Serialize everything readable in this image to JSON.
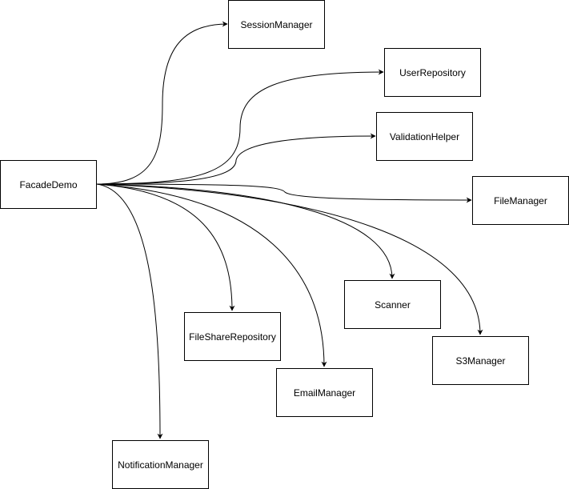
{
  "diagram": {
    "type": "dependency-graph",
    "source": "FacadeDemo",
    "nodes": [
      {
        "id": "facade",
        "label": "FacadeDemo"
      },
      {
        "id": "session",
        "label": "SessionManager"
      },
      {
        "id": "userrepo",
        "label": "UserRepository"
      },
      {
        "id": "validation",
        "label": "ValidationHelper"
      },
      {
        "id": "filemanager",
        "label": "FileManager"
      },
      {
        "id": "scanner",
        "label": "Scanner"
      },
      {
        "id": "s3",
        "label": "S3Manager"
      },
      {
        "id": "fileshare",
        "label": "FileShareRepository"
      },
      {
        "id": "email",
        "label": "EmailManager"
      },
      {
        "id": "notification",
        "label": "NotificationManager"
      }
    ],
    "edges": [
      {
        "from": "facade",
        "to": "session"
      },
      {
        "from": "facade",
        "to": "userrepo"
      },
      {
        "from": "facade",
        "to": "validation"
      },
      {
        "from": "facade",
        "to": "filemanager"
      },
      {
        "from": "facade",
        "to": "scanner"
      },
      {
        "from": "facade",
        "to": "s3"
      },
      {
        "from": "facade",
        "to": "fileshare"
      },
      {
        "from": "facade",
        "to": "email"
      },
      {
        "from": "facade",
        "to": "notification"
      }
    ],
    "colors": {
      "stroke": "#000000",
      "fill": "#ffffff",
      "text": "#000000"
    }
  }
}
